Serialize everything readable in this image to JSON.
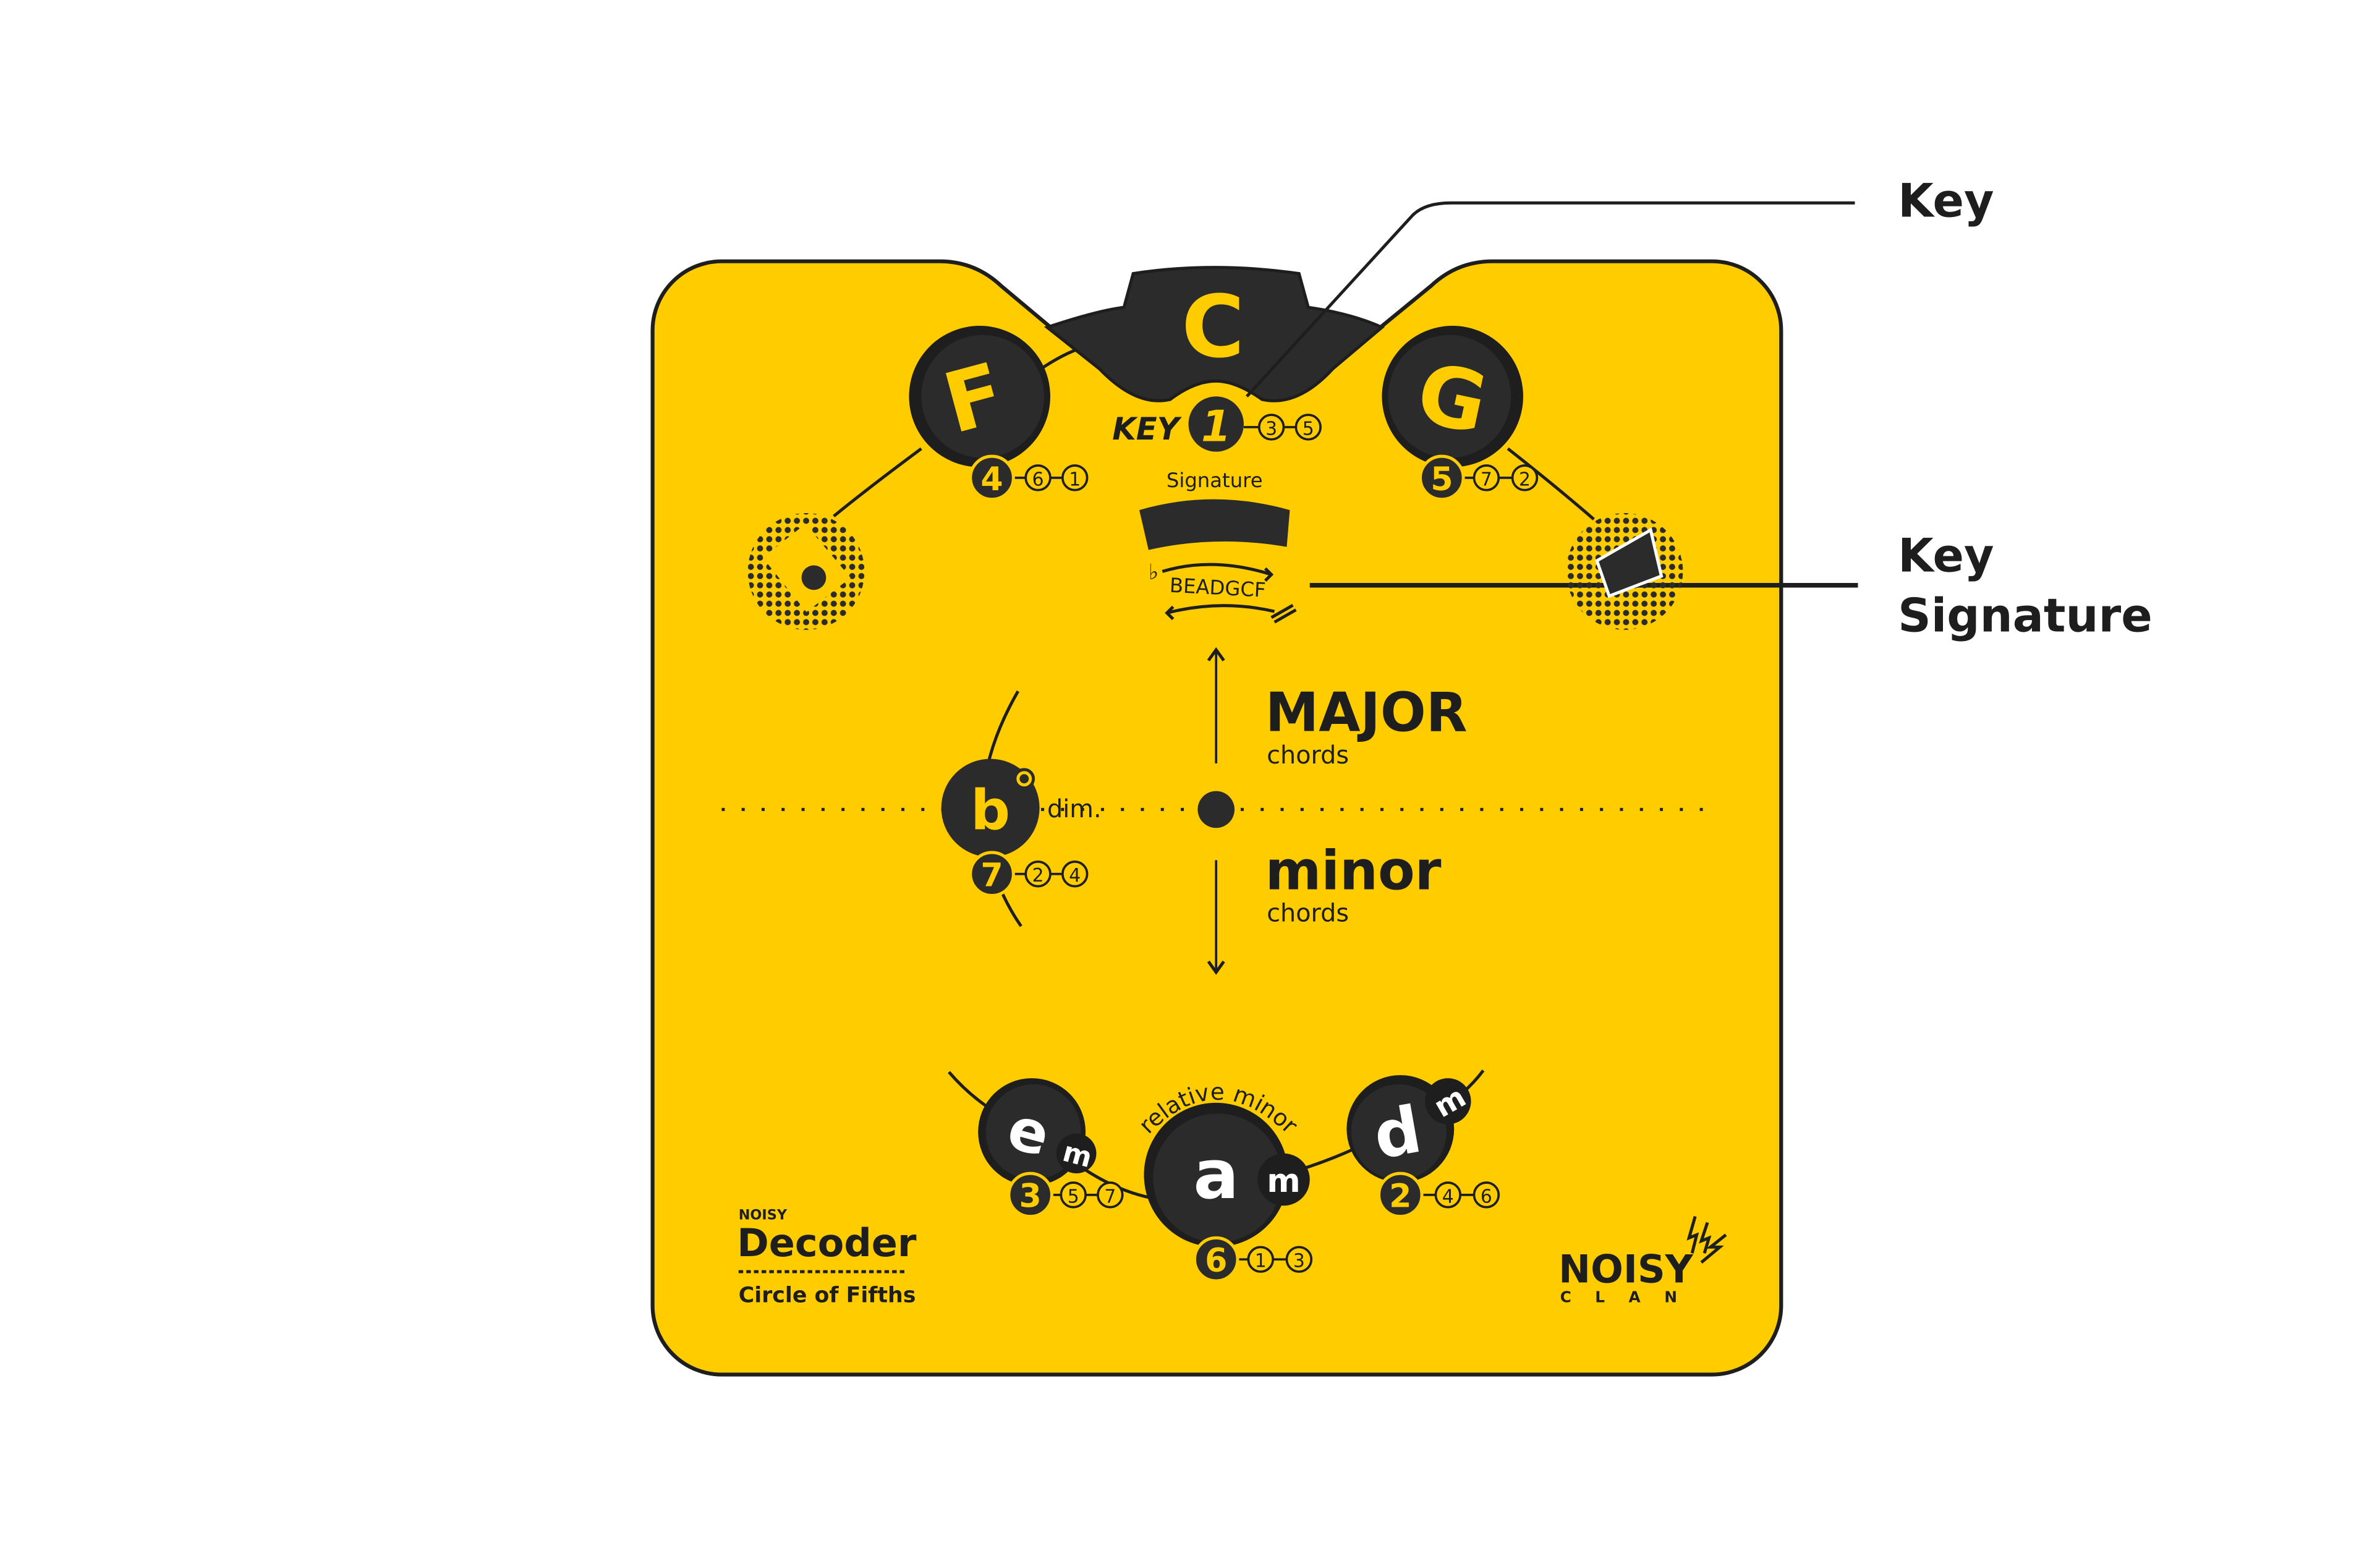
{
  "colors": {
    "board": "#FFCC00",
    "dark": "#2b2b2b",
    "line": "#1e1e1e"
  },
  "callouts": {
    "key": "Key",
    "signature_1": "Key",
    "signature_2": "Signature"
  },
  "key": {
    "note": "C",
    "label": "KEY",
    "degree": "1",
    "chord_tones": [
      "3",
      "5"
    ]
  },
  "left_major": {
    "note": "F",
    "degree": "4",
    "chord_tones": [
      "6",
      "1"
    ]
  },
  "right_major": {
    "note": "G",
    "degree": "5",
    "chord_tones": [
      "7",
      "2"
    ]
  },
  "signature": {
    "label": "Signature",
    "flat_symbol": "♭",
    "order": "BEADGCF"
  },
  "axis": {
    "major_title": "MAJOR",
    "major_sub": "chords",
    "minor_title": "minor",
    "minor_sub": "chords"
  },
  "diminished": {
    "note": "b",
    "suffix": "dim.",
    "degree": "7",
    "chord_tones": [
      "2",
      "4"
    ]
  },
  "relative_minor_label": "relative minor",
  "minors": [
    {
      "note": "e",
      "quality": "m",
      "degree": "3",
      "chord_tones": [
        "5",
        "7"
      ]
    },
    {
      "note": "a",
      "quality": "m",
      "degree": "6",
      "chord_tones": [
        "1",
        "3"
      ]
    },
    {
      "note": "d",
      "quality": "m",
      "degree": "2",
      "chord_tones": [
        "4",
        "6"
      ]
    }
  ],
  "product": {
    "brand_small": "NOISY",
    "name": "Decoder",
    "subtitle": "Circle of Fifths"
  },
  "logo": {
    "line1": "NOISY",
    "line2": "C L A N"
  }
}
